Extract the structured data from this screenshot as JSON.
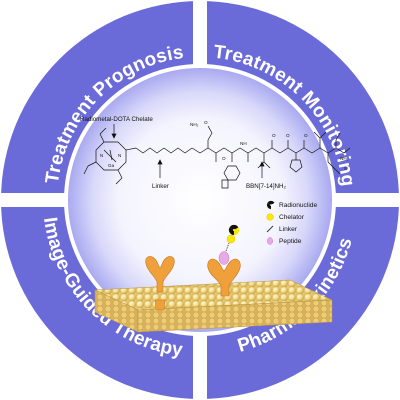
{
  "quadrants": {
    "top_left": "Treatment Prognosis",
    "top_right": "Treatment Monitoring",
    "bottom_left": "Image-Guided Therapy",
    "bottom_right": "Pharmacokinetics"
  },
  "structure_labels": {
    "chelate": "Radiometal-DOTA Chelate",
    "linker": "Linker",
    "peptide": "BBN[7-14]NH₂"
  },
  "legend": {
    "radionuclide": "Radionuclide",
    "chelator": "Chelator",
    "linker": "Linker",
    "peptide": "Peptide"
  },
  "colors": {
    "ring": "#6a6ad8",
    "ring_border": "#ffffff",
    "inner_glow": "#ffffff",
    "inner_edge": "#a7a7f4",
    "receptor": "#f0a03a",
    "chelator": "#ffe800",
    "peptide": "#e9a9e6",
    "cell_sphere": "#f2d884"
  },
  "icons": {
    "radionuclide": "radiation-trefoil-icon",
    "chelator": "yellow-circle-icon",
    "linker": "slash-line-icon",
    "peptide": "pink-oval-icon"
  }
}
